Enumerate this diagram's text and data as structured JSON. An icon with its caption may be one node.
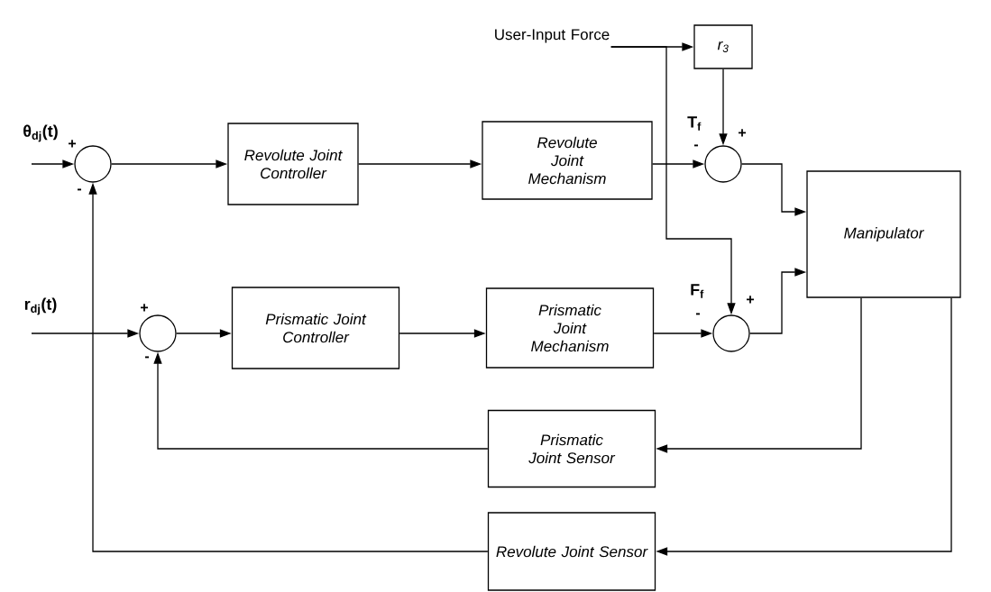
{
  "diagram": {
    "nodes": [
      {
        "text": [
          "User-Input Force"
        ]
      },
      {
        "text": [
          "r$_{3}$"
        ]
      },
      {
        "text": [],
        "shape": "circle"
      },
      {
        "text": [
          "Revolute Joint Controller"
        ]
      },
      {
        "text": [
          "Revolute Joint Mechanism"
        ]
      },
      {
        "text": [],
        "shape": "circle"
      },
      {
        "text": [
          "Manipulator"
        ]
      },
      {
        "text": [],
        "shape": "circle"
      },
      {
        "text": [
          "Prismatic Joint Controller"
        ]
      },
      {
        "text": [
          "Prismatic Joint Mechanism"
        ]
      },
      {
        "text": [],
        "shape": "circle"
      },
      {
        "text": [
          "Prismatic Joint Sensor"
        ]
      },
      {
        "text": [
          "Revolute Joint Sensor"
        ]
      }
    ],
    "edges": [
      {
        "from": null,
        "to": 2,
        "arrow": "to"
      },
      {
        "from": 2,
        "to": 3,
        "arrow": "to"
      },
      {
        "from": 3,
        "to": 4,
        "arrow": "to"
      },
      {
        "from": 0,
        "to": 1,
        "arrow": "to"
      },
      {
        "from": 0,
        "to": 10,
        "arrow": "to"
      },
      {
        "from": 1,
        "to": 5,
        "arrow": "to"
      },
      {
        "from": 4,
        "to": 5,
        "arrow": "to"
      },
      {
        "from": 5,
        "to": 6,
        "arrow": "to"
      },
      {
        "from": 7,
        "to": 8,
        "arrow": "to"
      },
      {
        "from": 8,
        "to": 9,
        "arrow": "to"
      },
      {
        "from": 9,
        "to": 10,
        "arrow": "to"
      },
      {
        "from": 10,
        "to": 6,
        "arrow": "to"
      },
      {
        "from": null,
        "to": 7,
        "arrow": "to"
      },
      {
        "from": 6,
        "to": 11,
        "arrow": "to"
      },
      {
        "from": 11,
        "to": 7,
        "arrow": "to"
      },
      {
        "from": 6,
        "to": 12,
        "arrow": "to"
      },
      {
        "from": 12,
        "to": 2,
        "arrow": "to"
      }
    ],
    "labels": [
      "θ$_{dj}$(t)",
      "+",
      "-",
      "T$_{f}$",
      "-",
      "+",
      "r$_{dj}$(t)",
      "+",
      "-",
      "F$_{f}$",
      "-",
      "+"
    ]
  }
}
